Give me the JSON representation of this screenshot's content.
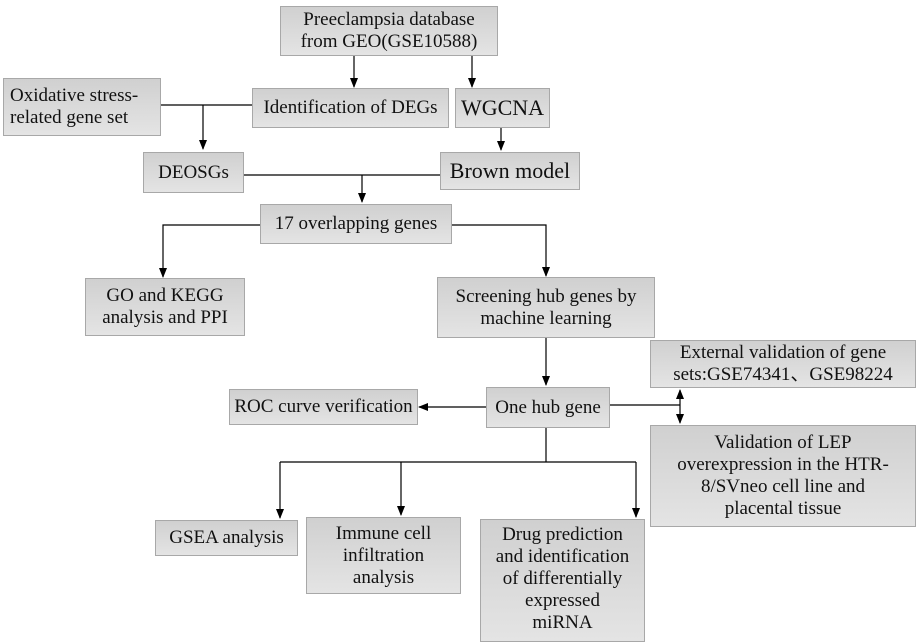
{
  "nodes": {
    "database": [
      "Preeclampsia database",
      "from GEO(GSE10588)"
    ],
    "oxidative": [
      "Oxidative stress-",
      "related gene set"
    ],
    "degs": [
      "Identification of DEGs"
    ],
    "wgcna": [
      "WGCNA"
    ],
    "deosgs": [
      "DEOSGs"
    ],
    "brown": [
      "Brown model"
    ],
    "overlap": [
      "17 overlapping genes"
    ],
    "go_kegg": [
      "GO and KEGG",
      "analysis and PPI"
    ],
    "screening": [
      "Screening hub genes by",
      "machine learning"
    ],
    "external": [
      "External validation of gene",
      "sets:GSE74341、GSE98224"
    ],
    "roc": [
      "ROC curve verification"
    ],
    "hub": [
      "One hub gene"
    ],
    "lep": [
      "Validation of LEP",
      "overexpression in the HTR-",
      "8/SVneo cell line and",
      "placental tissue"
    ],
    "gsea": [
      "GSEA analysis"
    ],
    "immune": [
      "Immune cell",
      "infiltration",
      "analysis"
    ],
    "drug": [
      "Drug prediction",
      "and identification",
      "of differentially",
      "expressed",
      "miRNA"
    ]
  }
}
